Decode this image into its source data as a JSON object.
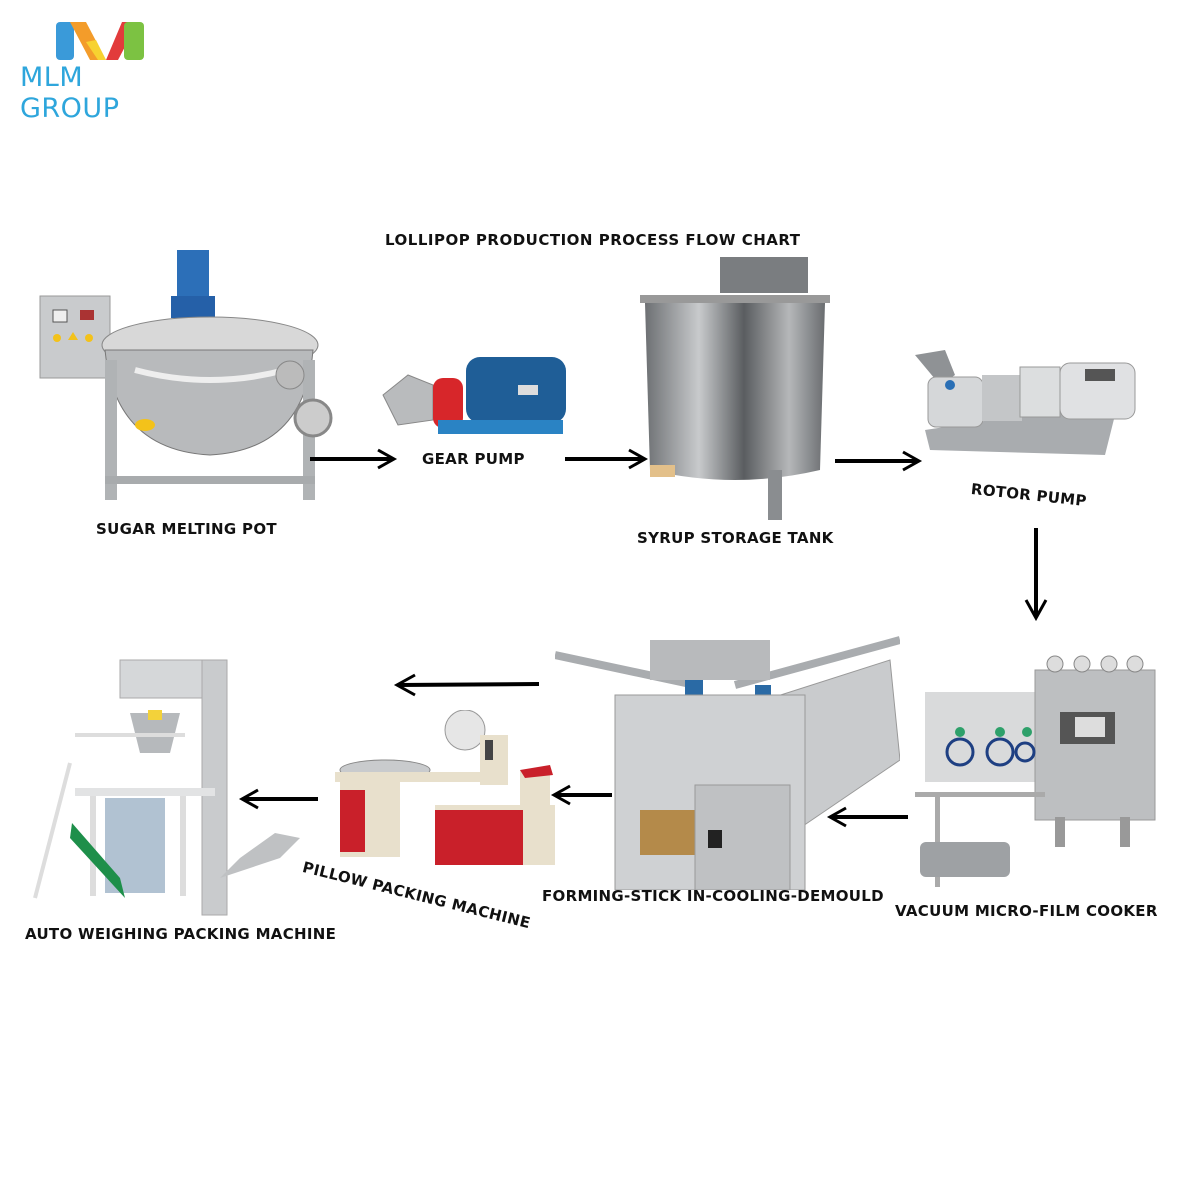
{
  "logo": {
    "text": "MLM GROUP",
    "colors": {
      "blue": "#3a9ad9",
      "orange": "#f39c2a",
      "yellow": "#f7d230",
      "red": "#e23b3b",
      "green": "#7cc242",
      "text": "#2ea6dc"
    }
  },
  "title": "LOLLIPOP PRODUCTION PROCESS FLOW CHART",
  "steps": [
    {
      "id": 1,
      "label": "SUGAR MELTING POT"
    },
    {
      "id": 2,
      "label": "GEAR PUMP"
    },
    {
      "id": 3,
      "label": "SYRUP STORAGE TANK"
    },
    {
      "id": 4,
      "label": "ROTOR PUMP"
    },
    {
      "id": 5,
      "label": "VACUUM MICRO-FILM COOKER"
    },
    {
      "id": 6,
      "label": "FORMING-STICK IN-COOLING-DEMOULD"
    },
    {
      "id": 7,
      "label": "PILLOW PACKING MACHINE"
    },
    {
      "id": 8,
      "label": "AUTO WEIGHING PACKING MACHINE"
    }
  ],
  "flow": [
    {
      "from": "SUGAR MELTING POT",
      "to": "GEAR PUMP",
      "direction": "right"
    },
    {
      "from": "GEAR PUMP",
      "to": "SYRUP STORAGE TANK",
      "direction": "right"
    },
    {
      "from": "SYRUP STORAGE TANK",
      "to": "ROTOR PUMP",
      "direction": "right"
    },
    {
      "from": "ROTOR PUMP",
      "to": "VACUUM MICRO-FILM COOKER",
      "direction": "down"
    },
    {
      "from": "VACUUM MICRO-FILM COOKER",
      "to": "FORMING-STICK IN-COOLING-DEMOULD",
      "direction": "left"
    },
    {
      "from": "FORMING-STICK IN-COOLING-DEMOULD",
      "to": "PILLOW PACKING MACHINE",
      "direction": "left"
    },
    {
      "from": "PILLOW PACKING MACHINE",
      "to": "AUTO WEIGHING PACKING MACHINE",
      "direction": "left"
    }
  ]
}
